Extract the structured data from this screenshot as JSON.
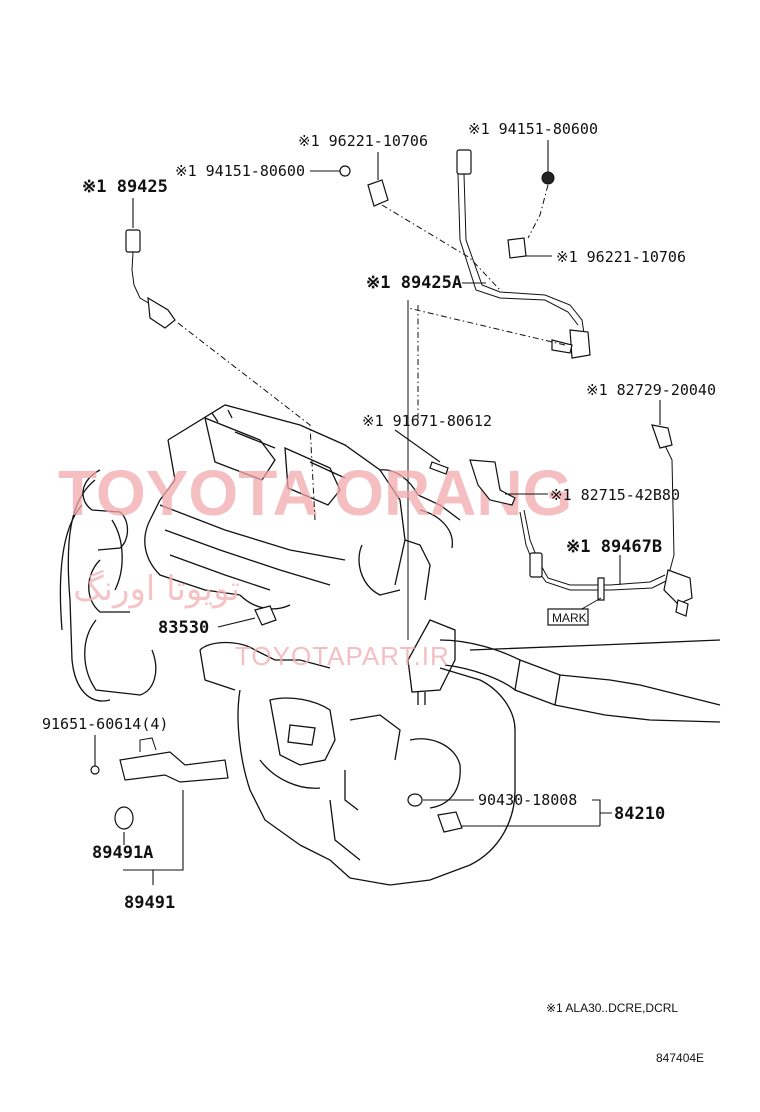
{
  "watermark": {
    "brand": "TOYOTA ORANG",
    "persian": "تویوتا اورنگ",
    "url": "TOYOTAPART.IR"
  },
  "callouts": {
    "c1": "※1 96221-10706",
    "c2": "※1 94151-80600",
    "c3": "※1 94151-80600",
    "c4": "※1 89425",
    "c5": "※1 96221-10706",
    "c6": "※1 89425A",
    "c7": "※1 82729-20040",
    "c8": "※1 91671-80612",
    "c9": "※1 82715-42B80",
    "c10": "※1 89467B",
    "c11": "MARK",
    "c12": "83530",
    "c13": "91651-60614(4)",
    "c14": "90430-18008",
    "c15": "84210",
    "c16": "89491A",
    "c17": "89491"
  },
  "footnote": "※1 ALA30..DCRE,DCRL",
  "figure_number": "847404E"
}
